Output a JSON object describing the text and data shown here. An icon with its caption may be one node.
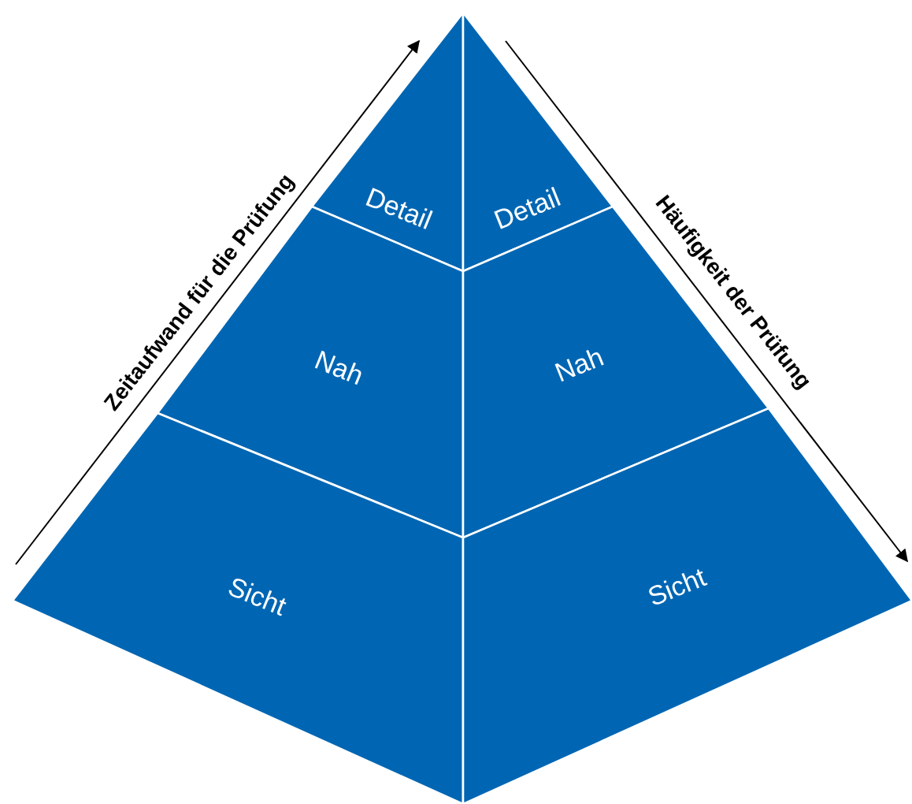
{
  "diagram": {
    "nodes": [
      {
        "text": [
          "Detail"
        ]
      },
      {
        "text": [
          "Detail"
        ]
      },
      {
        "text": [
          "Nah"
        ]
      },
      {
        "text": [
          "Nah"
        ]
      },
      {
        "text": [
          "Sicht"
        ]
      },
      {
        "text": [
          "Sicht"
        ]
      }
    ],
    "labels": [
      "Zeitaufwand für die Prüfung",
      "Häufigkeit der Prüfung"
    ]
  }
}
